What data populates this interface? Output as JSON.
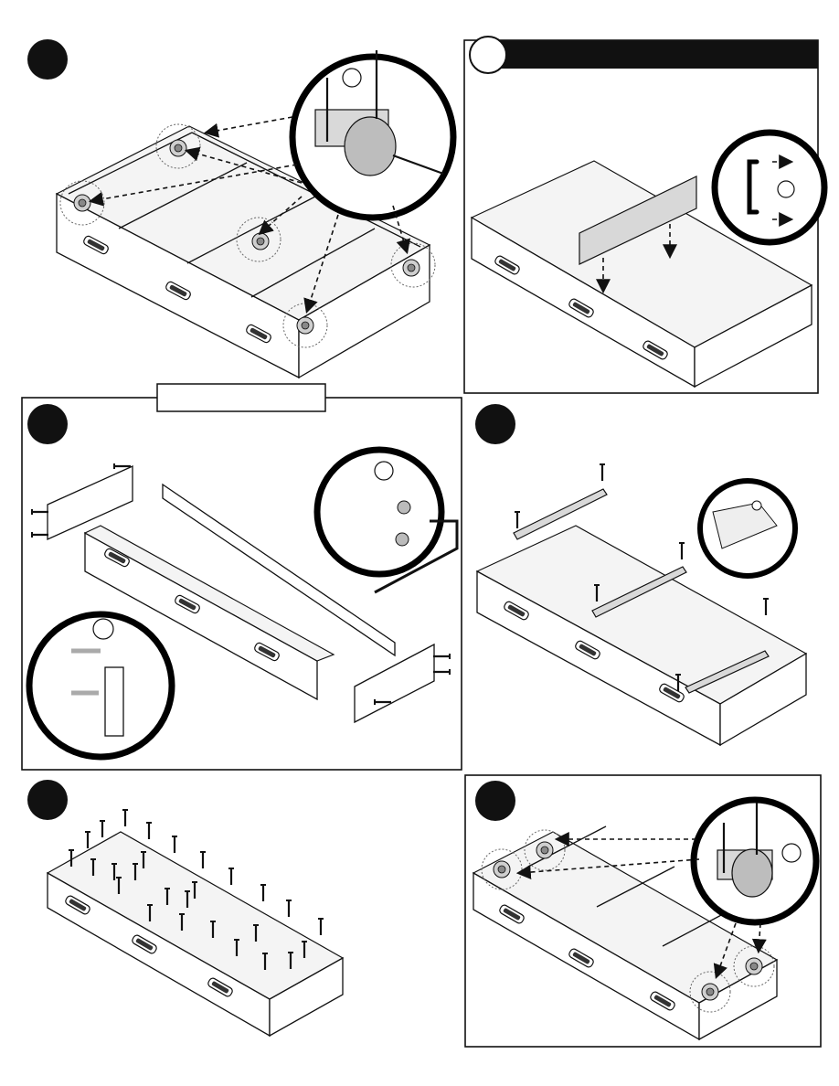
{
  "page": {
    "background": "#ffffff",
    "ink": "#111111"
  },
  "steps": [
    {
      "id": "step-casters-1",
      "badge": "",
      "icon": "caster-icon"
    },
    {
      "id": "step-divider",
      "badge": "",
      "header": "",
      "icon": "divider-panel-icon"
    },
    {
      "id": "step-frame",
      "badge": "",
      "header": "",
      "icon": "frame-assembly-icon"
    },
    {
      "id": "step-slats",
      "badge": "",
      "icon": "slat-icon"
    },
    {
      "id": "step-screws",
      "badge": "",
      "icon": "screw-icon"
    },
    {
      "id": "step-casters-2",
      "badge": "",
      "icon": "caster-icon"
    }
  ],
  "callouts": {
    "detail_badge": ""
  }
}
